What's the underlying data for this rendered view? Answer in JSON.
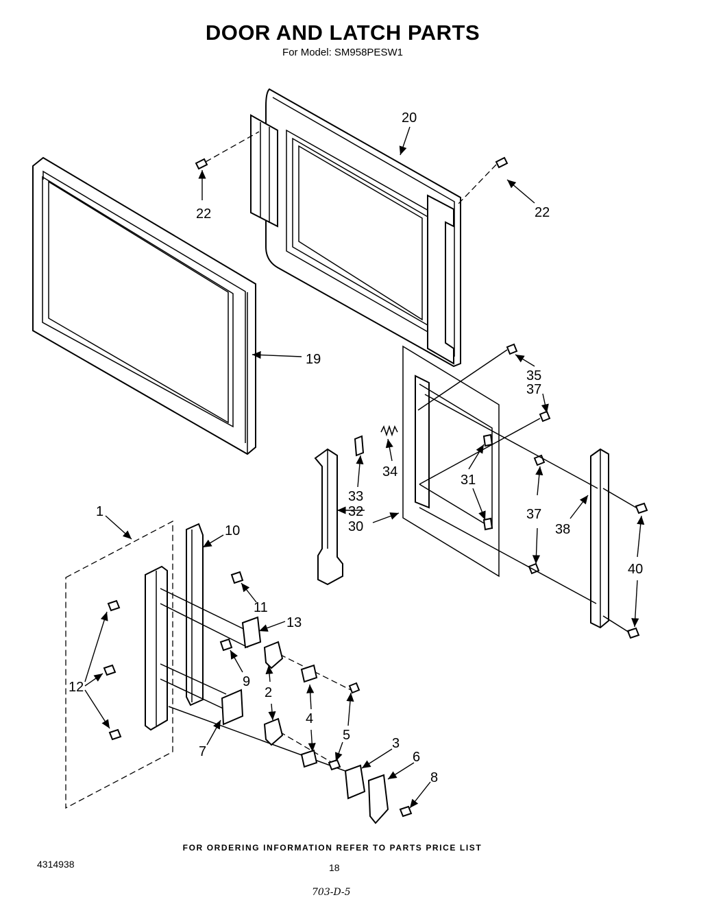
{
  "title": "DOOR AND LATCH PARTS",
  "subtitle": "For Model: SM958PESW1",
  "footer_note": "FOR ORDERING INFORMATION REFER TO PARTS PRICE LIST",
  "document_number": "4314938",
  "page_number": "18",
  "handwritten_note": "703-D-5",
  "callouts": {
    "c1": "1",
    "c2": "2",
    "c3": "3",
    "c4": "4",
    "c5": "5",
    "c6": "6",
    "c7": "7",
    "c8": "8",
    "c9": "9",
    "c10": "10",
    "c11": "11",
    "c12": "12",
    "c13": "13",
    "c19": "19",
    "c20": "20",
    "c22a": "22",
    "c22b": "22",
    "c30": "30",
    "c31": "31",
    "c32": "32",
    "c33": "33",
    "c34": "34",
    "c35": "35",
    "c37a": "37",
    "c37b": "37",
    "c38": "38",
    "c40": "40"
  }
}
